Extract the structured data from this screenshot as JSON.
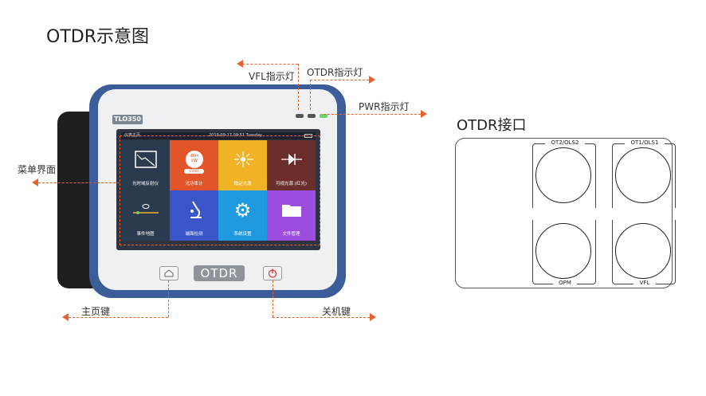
{
  "page": {
    "title": "OTDR示意图",
    "ports_title": "OTDR接口"
  },
  "callouts": {
    "vfl_led": "VFL指示灯",
    "otdr_led": "OTDR指示灯",
    "pwr_led": "PWR指示灯",
    "menu": "菜单界面",
    "home_key": "主页键",
    "power_key": "关机键"
  },
  "device": {
    "model": "TLO350",
    "front_button": "OTDR",
    "status_left": "仪表主页",
    "status_time": "2019-09-17  09:51 Tuesday",
    "tiles": [
      {
        "label": "光时域反射仪",
        "icon": "otdr-trace-icon",
        "color": "#2b3a4f"
      },
      {
        "label": "光功率计",
        "icon": "power-meter-icon",
        "color": "#e2552b"
      },
      {
        "label": "稳定光源",
        "icon": "light-source-icon",
        "color": "#f1b325"
      },
      {
        "label": "可视光源 (红光)",
        "icon": "laser-diode-icon",
        "color": "#6b2e2a"
      },
      {
        "label": "事件地图",
        "icon": "event-map-icon",
        "color": "#2b3a4f"
      },
      {
        "label": "端面检测",
        "icon": "microscope-icon",
        "color": "#3a55c8"
      },
      {
        "label": "系统设置",
        "icon": "gear-icon",
        "color": "#1f9ae0"
      },
      {
        "label": "文件管理",
        "icon": "folder-icon",
        "color": "#9b4de0"
      }
    ],
    "tile_small_text": [
      "dBm",
      "kW",
      "START"
    ]
  },
  "ports": {
    "top_left": "OT2/OLS2",
    "top_right": "OT1/OLS1",
    "bottom_left": "OPM",
    "bottom_right": "VFL"
  },
  "colors": {
    "accent": "#e8602c",
    "frame": "#3b5d9a"
  }
}
